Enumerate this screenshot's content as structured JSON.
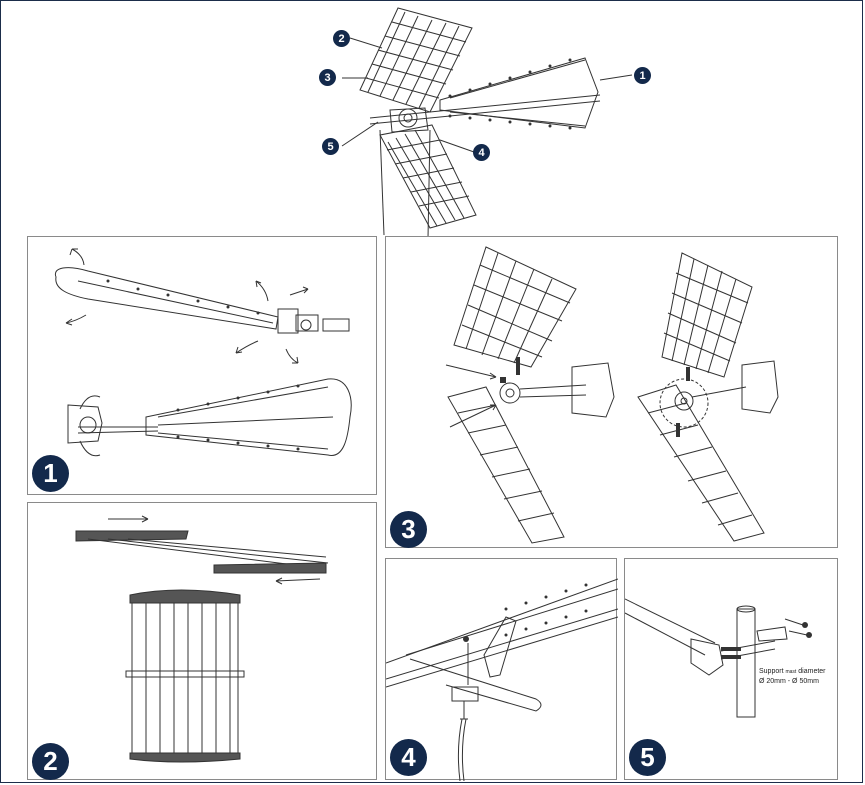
{
  "callouts": [
    "1",
    "2",
    "3",
    "4",
    "5"
  ],
  "steps": [
    "1",
    "2",
    "3",
    "4",
    "5"
  ],
  "support_note": {
    "prefix": "Support",
    "qualifier": "mast",
    "suffix": "diameter",
    "range": "Ø 20mm - Ø 50mm"
  },
  "colors": {
    "badge": "#13294b",
    "line": "#333333",
    "panel_border": "#8a8a8a"
  }
}
